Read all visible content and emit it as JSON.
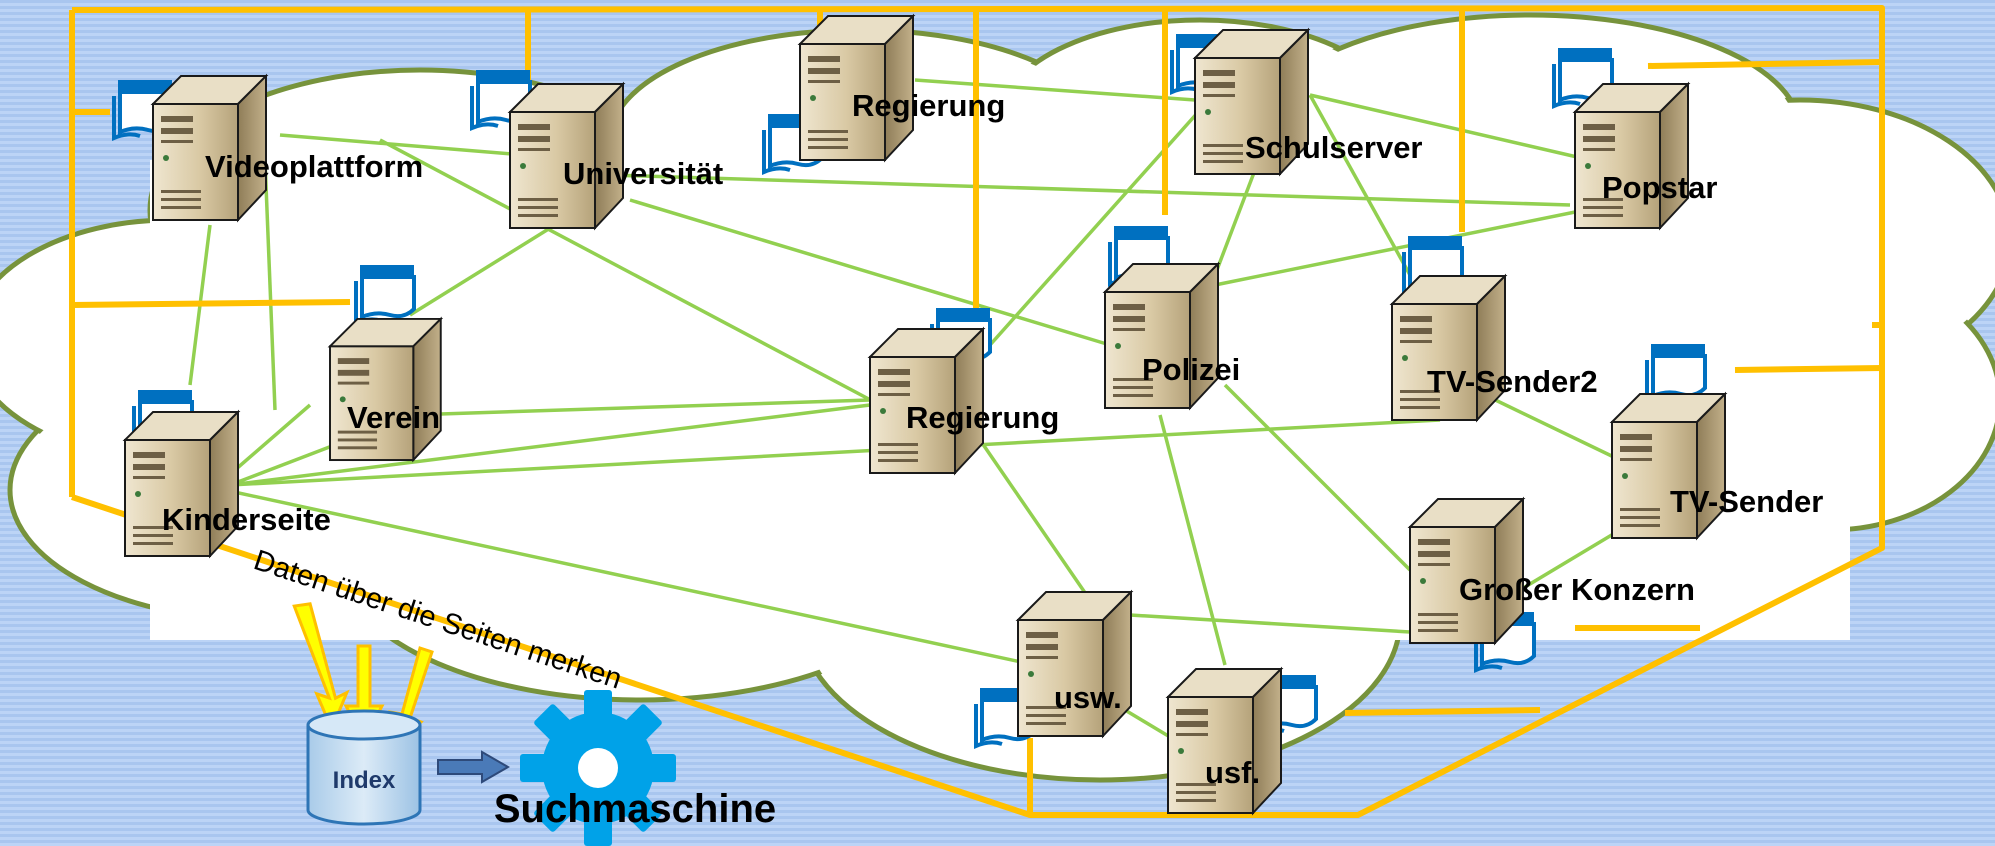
{
  "servers": [
    {
      "id": "videoplattform",
      "label": "Videoplattform"
    },
    {
      "id": "universitaet",
      "label": "Universität"
    },
    {
      "id": "regierung-top",
      "label": "Regierung"
    },
    {
      "id": "schulserver",
      "label": "Schulserver"
    },
    {
      "id": "popstar",
      "label": "Popstar"
    },
    {
      "id": "verein",
      "label": "Verein"
    },
    {
      "id": "regierung-mid",
      "label": "Regierung"
    },
    {
      "id": "polizei",
      "label": "Polizei"
    },
    {
      "id": "tv-sender2",
      "label": "TV-Sender2"
    },
    {
      "id": "kinderseite",
      "label": "Kinderseite"
    },
    {
      "id": "tv-sender",
      "label": "TV-Sender"
    },
    {
      "id": "grosser-konzern",
      "label": "Großer Konzern"
    },
    {
      "id": "usw",
      "label": "usw."
    },
    {
      "id": "usf",
      "label": "usf."
    }
  ],
  "crawler_caption": "Daten über die Seiten merken",
  "index_label": "Index",
  "engine_label": "Suchmaschine",
  "colors": {
    "background": "#b9d2f5",
    "cloud_fill": "#ffffff",
    "cloud_stroke": "#77933c",
    "link_line": "#92d050",
    "crawler_path": "#ffc000",
    "page_icon": "#0070c0",
    "gear": "#00a2e8",
    "index_db": "#bdd7ee"
  }
}
